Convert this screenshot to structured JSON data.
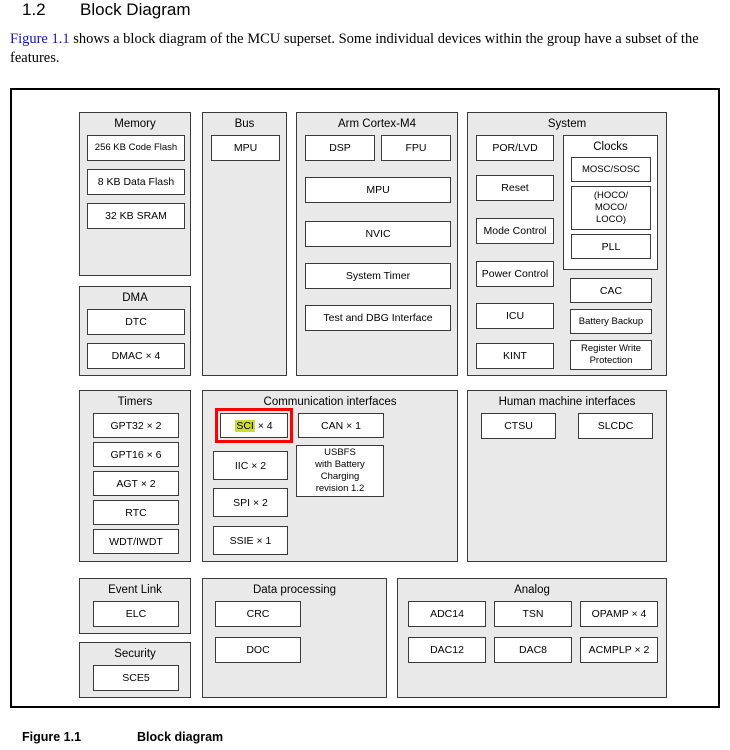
{
  "section": {
    "number": "1.2",
    "title": "Block Diagram"
  },
  "intro": {
    "link_text": "Figure 1.1",
    "body": " shows a block diagram of the MCU superset. Some individual devices within the group have a subset of the features."
  },
  "caption": {
    "number": "Figure 1.1",
    "text": "Block diagram"
  },
  "colors": {
    "panel_background": "#e9e9e9",
    "block_background": "#ffffff",
    "border": "#3a3a3a",
    "frame_border": "#000000",
    "annotation_red": "#ff0000",
    "highlight_yellow_green": "#ccdd2e",
    "link_blue": "#1414d2"
  },
  "annotation": {
    "type": "red-rectangle-highlight",
    "target": "SCI × 4",
    "highlighted_word": "SCI"
  },
  "diagram": {
    "panels": [
      {
        "title": "Memory",
        "blocks": [
          "256 KB Code Flash",
          "8 KB Data Flash",
          "32 KB SRAM"
        ]
      },
      {
        "title": "DMA",
        "blocks": [
          "DTC",
          "DMAC × 4"
        ]
      },
      {
        "title": "Bus",
        "blocks": [
          "MPU"
        ]
      },
      {
        "title": "Arm Cortex-M4",
        "blocks": [
          "DSP",
          "FPU",
          "MPU",
          "NVIC",
          "System Timer",
          "Test and DBG Interface"
        ]
      },
      {
        "title": "System",
        "blocks": [
          "POR/LVD",
          "Reset",
          "Mode Control",
          "Power Control",
          "ICU",
          "KINT",
          "CAC",
          "Battery Backup",
          "Register Write\nProtection"
        ],
        "subpanels": [
          {
            "title": "Clocks",
            "blocks": [
              "MOSC/SOSC",
              "(HOCO/\nMOCO/\nLOCO)",
              "PLL"
            ]
          }
        ]
      },
      {
        "title": "Timers",
        "blocks": [
          "GPT32 × 2",
          "GPT16 × 6",
          "AGT × 2",
          "RTC",
          "WDT/IWDT"
        ]
      },
      {
        "title": "Communication interfaces",
        "blocks": [
          "SCI × 4",
          "CAN × 1",
          "IIC × 2",
          "USBFS\nwith Battery\nCharging\nrevision 1.2",
          "SPI × 2",
          "SSIE × 1"
        ]
      },
      {
        "title": "Human machine interfaces",
        "blocks": [
          "CTSU",
          "SLCDC"
        ]
      },
      {
        "title": "Event Link",
        "blocks": [
          "ELC"
        ]
      },
      {
        "title": "Security",
        "blocks": [
          "SCE5"
        ]
      },
      {
        "title": "Data processing",
        "blocks": [
          "CRC",
          "DOC"
        ]
      },
      {
        "title": "Analog",
        "blocks": [
          "ADC14",
          "TSN",
          "OPAMP × 4",
          "DAC12",
          "DAC8",
          "ACMPLP × 2"
        ]
      }
    ]
  }
}
